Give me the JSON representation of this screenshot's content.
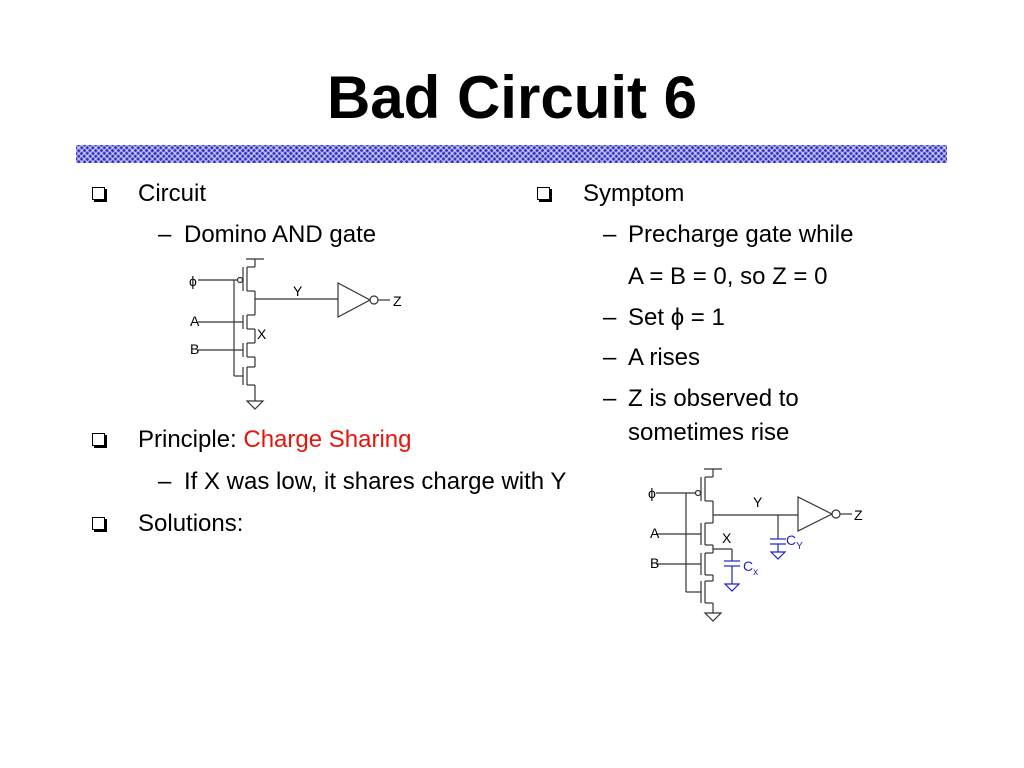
{
  "slide": {
    "title": "Bad Circuit 6",
    "left": {
      "circuit_label": "Circuit",
      "circuit_sub": "Domino AND gate",
      "principle_label": "Principle: ",
      "principle_highlight": "Charge Sharing",
      "principle_sub": "If X was low, it shares charge with Y",
      "solutions_label": "Solutions:"
    },
    "right": {
      "symptom_label": "Symptom",
      "items": [
        "Precharge gate while",
        "A = B = 0, so Z = 0",
        "Set ϕ = 1",
        "A rises",
        "Z is observed to",
        "sometimes rise"
      ]
    },
    "schematic1": {
      "phi": "ϕ",
      "a": "A",
      "b": "B",
      "x": "X",
      "y": "Y",
      "z": "Z"
    },
    "schematic2": {
      "phi": "ϕ",
      "a": "A",
      "b": "B",
      "x": "X",
      "y": "Y",
      "z": "Z",
      "cy_main": "C",
      "cy_sub": "Y",
      "cx_main": "C",
      "cx_sub": "x"
    },
    "colors": {
      "rule": "#3434c8",
      "highlight": "#e8140c",
      "capacitor": "#2222cc",
      "wire": "#333333"
    }
  }
}
